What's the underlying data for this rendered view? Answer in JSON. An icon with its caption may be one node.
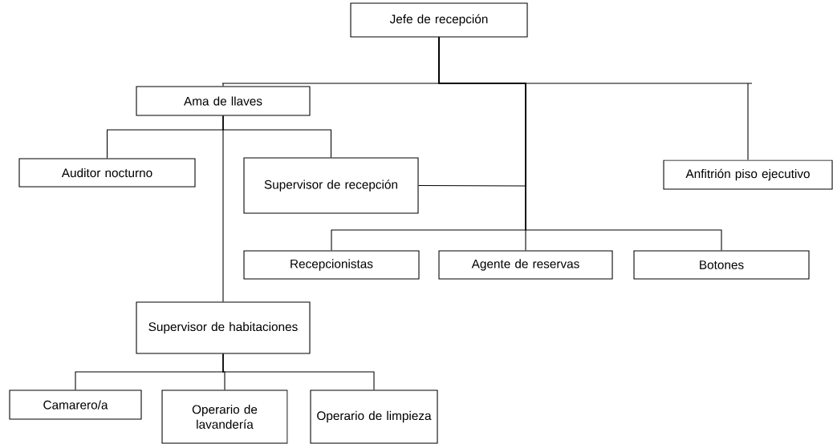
{
  "diagram": {
    "nodes": [
      {
        "text": [
          "Jefe de recepción"
        ]
      },
      {
        "text": [
          "Ama de llaves"
        ]
      },
      {
        "text": [
          "Auditor nocturno"
        ]
      },
      {
        "text": [
          "Supervisor de recepción"
        ]
      },
      {
        "text": [
          "Anfitrión piso ejecutivo"
        ]
      },
      {
        "text": [
          "Recepcionistas"
        ]
      },
      {
        "text": [
          "Agente de reservas"
        ]
      },
      {
        "text": [
          "Botones"
        ]
      },
      {
        "text": [
          "Supervisor de habitaciones"
        ]
      },
      {
        "text": [
          "Camarero/a"
        ]
      },
      {
        "text": [
          "Operario de lavandería"
        ]
      },
      {
        "text": [
          "Operario de limpieza"
        ]
      }
    ],
    "edges": [
      {
        "from": 0,
        "to": 1,
        "arrow": "none"
      },
      {
        "from": 0,
        "to": 3,
        "arrow": "none"
      },
      {
        "from": 0,
        "to": 4,
        "arrow": "none"
      },
      {
        "from": 0,
        "to": 5,
        "arrow": "none"
      },
      {
        "from": 0,
        "to": 6,
        "arrow": "none"
      },
      {
        "from": 0,
        "to": 7,
        "arrow": "none"
      },
      {
        "from": 1,
        "to": 2,
        "arrow": "none"
      },
      {
        "from": 1,
        "to": 3,
        "arrow": "none"
      },
      {
        "from": 1,
        "to": 8,
        "arrow": "none"
      },
      {
        "from": 8,
        "to": 9,
        "arrow": "none"
      },
      {
        "from": 8,
        "to": 10,
        "arrow": "none"
      },
      {
        "from": 8,
        "to": 11,
        "arrow": "none"
      }
    ]
  }
}
